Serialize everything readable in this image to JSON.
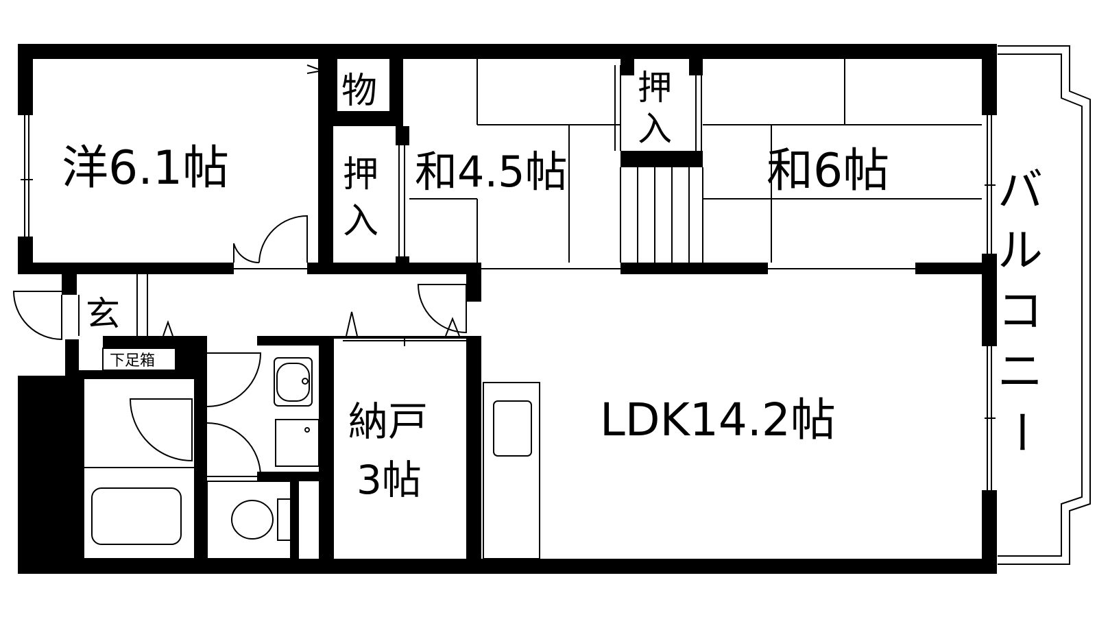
{
  "rooms": {
    "western_room": "洋6.1帖",
    "storage": "物",
    "closet_left": "押入",
    "japanese_room_small": "和4.5帖",
    "closet_top": "押入",
    "japanese_room_large": "和6帖",
    "entrance": "玄",
    "shoe_box": "下足箱",
    "storeroom": "納戸3帖",
    "ldk": "LDK14.2帖",
    "balcony": "バルコニー"
  },
  "colors": {
    "wall": "#000000",
    "background": "#ffffff",
    "line": "#000000"
  }
}
